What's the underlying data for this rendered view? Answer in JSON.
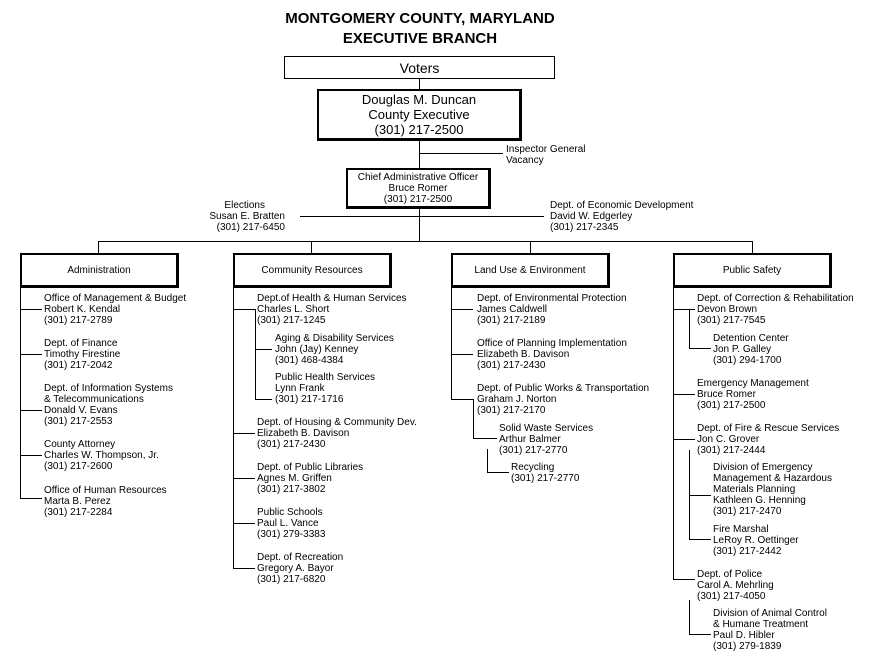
{
  "header": {
    "title_line1": "MONTGOMERY COUNTY, MARYLAND",
    "title_line2": "EXECUTIVE BRANCH"
  },
  "voters": "Voters",
  "executive": {
    "name": "Douglas M. Duncan",
    "role": "County Executive",
    "phone": "(301) 217-2500"
  },
  "inspector_general": {
    "role": "Inspector General",
    "name": "Vacancy"
  },
  "cao": {
    "role": "Chief Administrative Officer",
    "name": "Bruce Romer",
    "phone": "(301) 217-2500"
  },
  "elections": {
    "role": "Elections",
    "name": "Susan E. Bratten",
    "phone": "(301) 217-6450"
  },
  "economic_dev": {
    "role": "Dept.  of Economic Development",
    "name": "David W. Edgerley",
    "phone": "(301) 217-2345"
  },
  "divisions": [
    {
      "name": "Administration",
      "entries": [
        {
          "lines": [
            "Office of Management & Budget",
            "Robert K. Kendal",
            "(301) 217-2789"
          ]
        },
        {
          "lines": [
            "Dept. of Finance",
            "Timothy Firestine",
            "(301) 217-2042"
          ]
        },
        {
          "lines": [
            "Dept. of Information Systems",
            "& Telecommunications",
            "Donald V. Evans",
            "(301) 217-2553"
          ]
        },
        {
          "lines": [
            "County Attorney",
            "Charles W. Thompson, Jr.",
            "(301) 217-2600"
          ]
        },
        {
          "lines": [
            "Office of Human Resources",
            "Marta B. Perez",
            "(301) 217-2284"
          ]
        }
      ]
    },
    {
      "name": "Community Resources",
      "entries": [
        {
          "lines": [
            "Dept.of Health & Human Services",
            "Charles L. Short",
            "(301) 217-1245"
          ]
        },
        {
          "lines": [
            "Aging & Disability Services",
            "John (Jay) Kenney",
            "(301) 468-4384"
          ]
        },
        {
          "lines": [
            "Public Health Services",
            "Lynn Frank",
            "(301) 217-1716"
          ]
        },
        {
          "lines": [
            "Dept. of Housing & Community Dev.",
            "Elizabeth B. Davison",
            "(301) 217-2430"
          ]
        },
        {
          "lines": [
            "Dept. of Public Libraries",
            "Agnes M. Griffen",
            "(301) 217-3802"
          ]
        },
        {
          "lines": [
            "Public Schools",
            "Paul L. Vance",
            "(301) 279-3383"
          ]
        },
        {
          "lines": [
            "Dept. of Recreation",
            "Gregory A. Bayor",
            "(301) 217-6820"
          ]
        }
      ]
    },
    {
      "name": "Land Use & Environment",
      "entries": [
        {
          "lines": [
            "Dept. of Environmental Protection",
            "James Caldwell",
            "(301) 217-2189"
          ]
        },
        {
          "lines": [
            "Office of Planning Implementation",
            "Elizabeth B. Davison",
            "(301) 217-2430"
          ]
        },
        {
          "lines": [
            "Dept. of Public Works & Transportation",
            "Graham J. Norton",
            "(301) 217-2170"
          ]
        },
        {
          "lines": [
            "Solid Waste Services",
            "Arthur Balmer",
            "(301) 217-2770"
          ]
        },
        {
          "lines": [
            "Recycling",
            "(301) 217-2770"
          ]
        }
      ]
    },
    {
      "name": "Public Safety",
      "entries": [
        {
          "lines": [
            "Dept. of Correction & Rehabilitation",
            "Devon Brown",
            "(301) 217-7545"
          ]
        },
        {
          "lines": [
            "Detention Center",
            "Jon P. Galley",
            "(301) 294-1700"
          ]
        },
        {
          "lines": [
            "Emergency Management",
            "Bruce Romer",
            "(301) 217-2500"
          ]
        },
        {
          "lines": [
            "Dept. of Fire & Rescue Services",
            "Jon C. Grover",
            "(301) 217-2444"
          ]
        },
        {
          "lines": [
            "Division of Emergency",
            "Management & Hazardous",
            "Materials Planning",
            "Kathleen G. Henning",
            "(301) 217-2470"
          ]
        },
        {
          "lines": [
            "Fire Marshal",
            "LeRoy R. Oettinger",
            "(301) 217-2442"
          ]
        },
        {
          "lines": [
            "Dept. of Police",
            "Carol A. Mehrling",
            "(301) 217-4050"
          ]
        },
        {
          "lines": [
            "Division of Animal Control",
            "& Humane Treatment",
            "Paul D. Hibler",
            "(301) 279-1839"
          ]
        }
      ]
    }
  ]
}
